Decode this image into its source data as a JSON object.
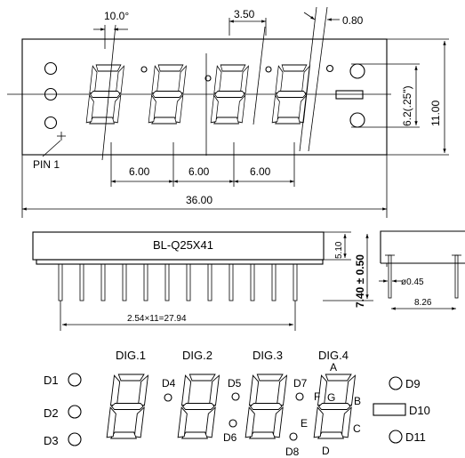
{
  "top_view": {
    "angle_label": "10.0°",
    "pitch_label": "3.50",
    "seg_width_label": "0.80",
    "height_label": "11.00",
    "digit_height_label": "6.2(.25\")",
    "pin_label": "PIN 1",
    "digit_spacing_labels": [
      "6.00",
      "6.00",
      "6.00"
    ],
    "total_width_label": "36.00"
  },
  "side_view": {
    "part_number": "BL-Q25X41",
    "body_height_label": "5.10",
    "total_height_label": "7.40 ± 0.50",
    "pin_span_label": "2.54×11=27.94",
    "pin_diameter_label": "ø0.45",
    "row_spacing_label": "8.26"
  },
  "pinout": {
    "digit_labels": [
      "DIG.1",
      "DIG.2",
      "DIG.3",
      "DIG.4"
    ],
    "segment_labels": {
      "a": "A",
      "b": "B",
      "c": "C",
      "d": "D",
      "e": "E",
      "f": "F",
      "g": "G"
    },
    "led_labels": {
      "d1": "D1",
      "d2": "D2",
      "d3": "D3",
      "d4": "D4",
      "d5": "D5",
      "d6": "D6",
      "d7": "D7",
      "d8": "D8",
      "d9": "D9",
      "d10": "D10",
      "d11": "D11"
    }
  }
}
